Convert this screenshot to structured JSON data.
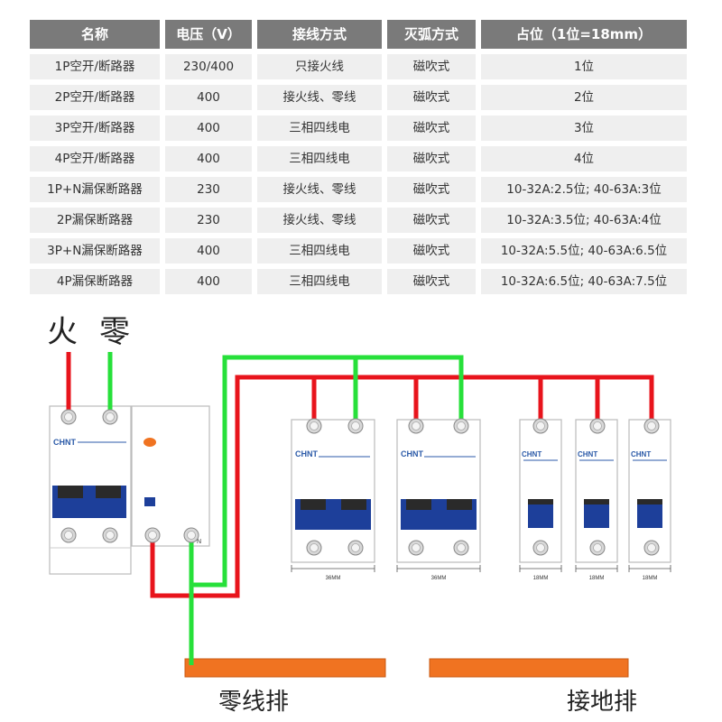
{
  "table": {
    "headers": [
      "名称",
      "电压（V）",
      "接线方式",
      "灭弧方式",
      "占位（1位=18mm）"
    ],
    "rows": [
      [
        "1P空开/断路器",
        "230/400",
        "只接火线",
        "磁吹式",
        "1位"
      ],
      [
        "2P空开/断路器",
        "400",
        "接火线、零线",
        "磁吹式",
        "2位"
      ],
      [
        "3P空开/断路器",
        "400",
        "三相四线电",
        "磁吹式",
        "3位"
      ],
      [
        "4P空开/断路器",
        "400",
        "三相四线电",
        "磁吹式",
        "4位"
      ],
      [
        "1P+N漏保断路器",
        "230",
        "接火线、零线",
        "磁吹式",
        "10-32A:2.5位; 40-63A:3位"
      ],
      [
        "2P漏保断路器",
        "230",
        "接火线、零线",
        "磁吹式",
        "10-32A:3.5位; 40-63A:4位"
      ],
      [
        "3P+N漏保断路器",
        "400",
        "三相四线电",
        "磁吹式",
        "10-32A:5.5位; 40-63A:6.5位"
      ],
      [
        "4P漏保断路器",
        "400",
        "三相四线电",
        "磁吹式",
        "10-32A:6.5位; 40-63A:7.5位"
      ]
    ]
  },
  "diagram": {
    "live_label": "火",
    "neutral_label": "零",
    "brand": "CHNT",
    "rcd_n_label": "N",
    "widths": [
      "36MM",
      "36MM",
      "18MM",
      "18MM",
      "18MM"
    ],
    "neutral_bar_label": "零线排",
    "ground_bar_label": "接地排",
    "colors": {
      "live": "#e8141c",
      "neutral": "#27e03a",
      "bar": "#f07321",
      "breaker_blue": "#1d3f9a"
    }
  }
}
